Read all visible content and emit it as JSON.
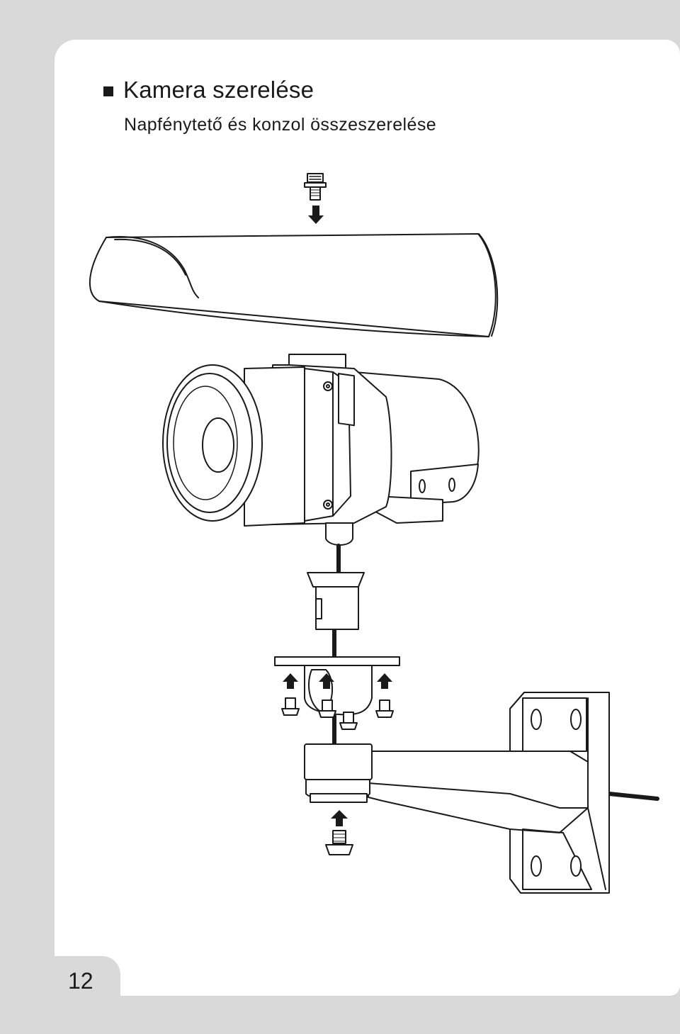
{
  "header": {
    "title": "Kamera szerelése",
    "subtitle": "Napfénytető és konzol összeszerelése"
  },
  "footer": {
    "page_number": "12"
  },
  "colors": {
    "background": "#d9d9d9",
    "page": "#ffffff",
    "text": "#1a1a1a",
    "line": "#1a1a1a",
    "fill": "#ffffff"
  },
  "icons": {
    "bullet": "black-square-bullet",
    "arrow": "arrow-icon",
    "screw": "screw-icon"
  }
}
